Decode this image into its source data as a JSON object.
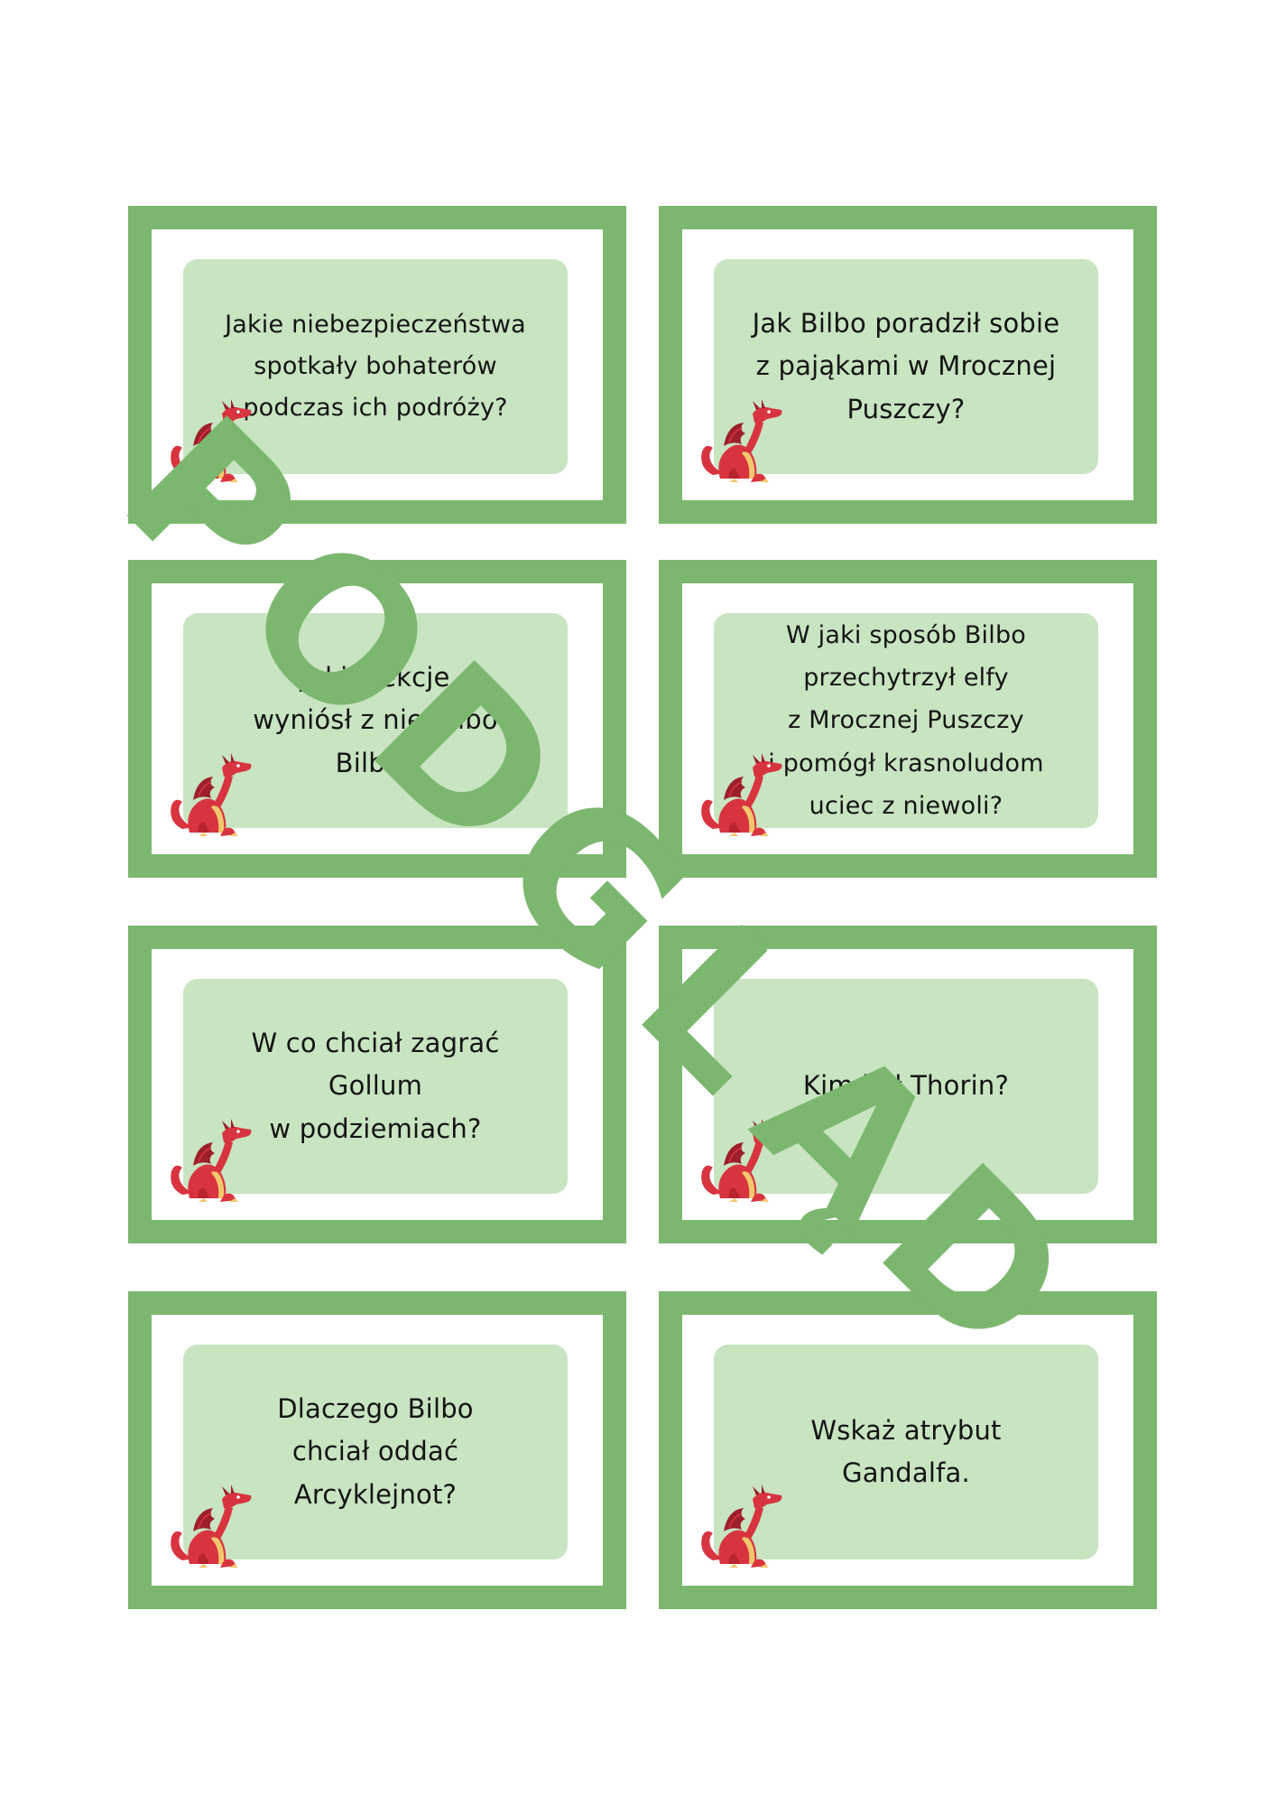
{
  "cards": [
    {
      "question": "Jakie niebezpieczeństwa\nspotkały bohaterów\npodczas ich podróży?"
    },
    {
      "question": "Jak Bilbo poradził sobie\nz pająkami w Mrocznej\nPuszczy?"
    },
    {
      "question": "Jakie lekcje\nwyniósł z nie Bilbo\nBilbo?"
    },
    {
      "question": "W jaki sposób Bilbo\nprzechytrzył elfy\nz Mrocznej Puszczy\ni pomógł krasnoludom\nuciec z niewoli?"
    },
    {
      "question": "W co chciał zagrać\nGollum\nw podziemiach?"
    },
    {
      "question": "Kim był Thorin?"
    },
    {
      "question": "Dlaczego Bilbo\nchciał oddać\nArcyklejnot?"
    },
    {
      "question": "Wskaż atrybut\nGandalfa."
    }
  ],
  "icons": {
    "card_mascot": "red-dragon-icon"
  },
  "watermark": {
    "text": "PODGLĄD"
  },
  "colors": {
    "card_frame": "#7cb76f",
    "question_box": "#c8e4c1",
    "watermark": "#7cb76f",
    "dragon_body": "#d8343f"
  }
}
